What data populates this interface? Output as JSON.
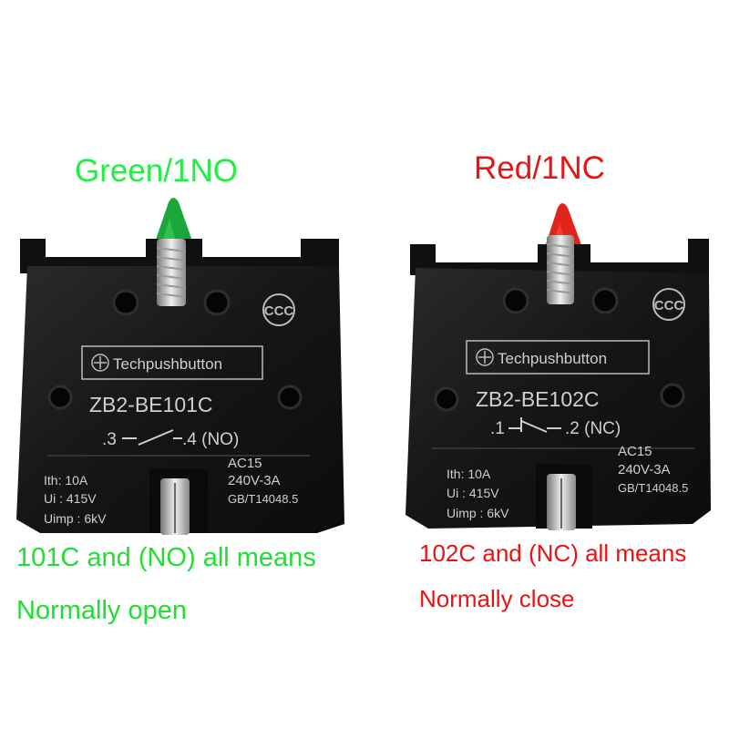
{
  "left": {
    "title": "Green/1NO",
    "brand": "Techpushbutton",
    "model": "ZB2-BE101C",
    "terminal_a": ".3",
    "terminal_b": ".4 (NO)",
    "ith": "Ith: 10A",
    "ui": "Ui : 415V",
    "uimp": "Uimp : 6kV",
    "ac": "AC15",
    "rating": "240V-3A",
    "standard": "GB/T14048.5",
    "caption_line1": "101C and (NO) all means",
    "caption_line2": "Normally open",
    "actuator_color": "#1aa83a"
  },
  "right": {
    "title": "Red/1NC",
    "brand": "Techpushbutton",
    "model": "ZB2-BE102C",
    "terminal_a": ".1",
    "terminal_b": ".2 (NC)",
    "ith": "Ith: 10A",
    "ui": "Ui : 415V",
    "uimp": "Uimp : 6kV",
    "ac": "AC15",
    "rating": "240V-3A",
    "standard": "GB/T14048.5",
    "caption_line1": "102C and (NC) all means",
    "caption_line2": "Normally close",
    "actuator_color": "#e0241b"
  },
  "colors": {
    "green_text": "#22ee44",
    "red_text": "#ee1111",
    "body_black": "#151515"
  }
}
